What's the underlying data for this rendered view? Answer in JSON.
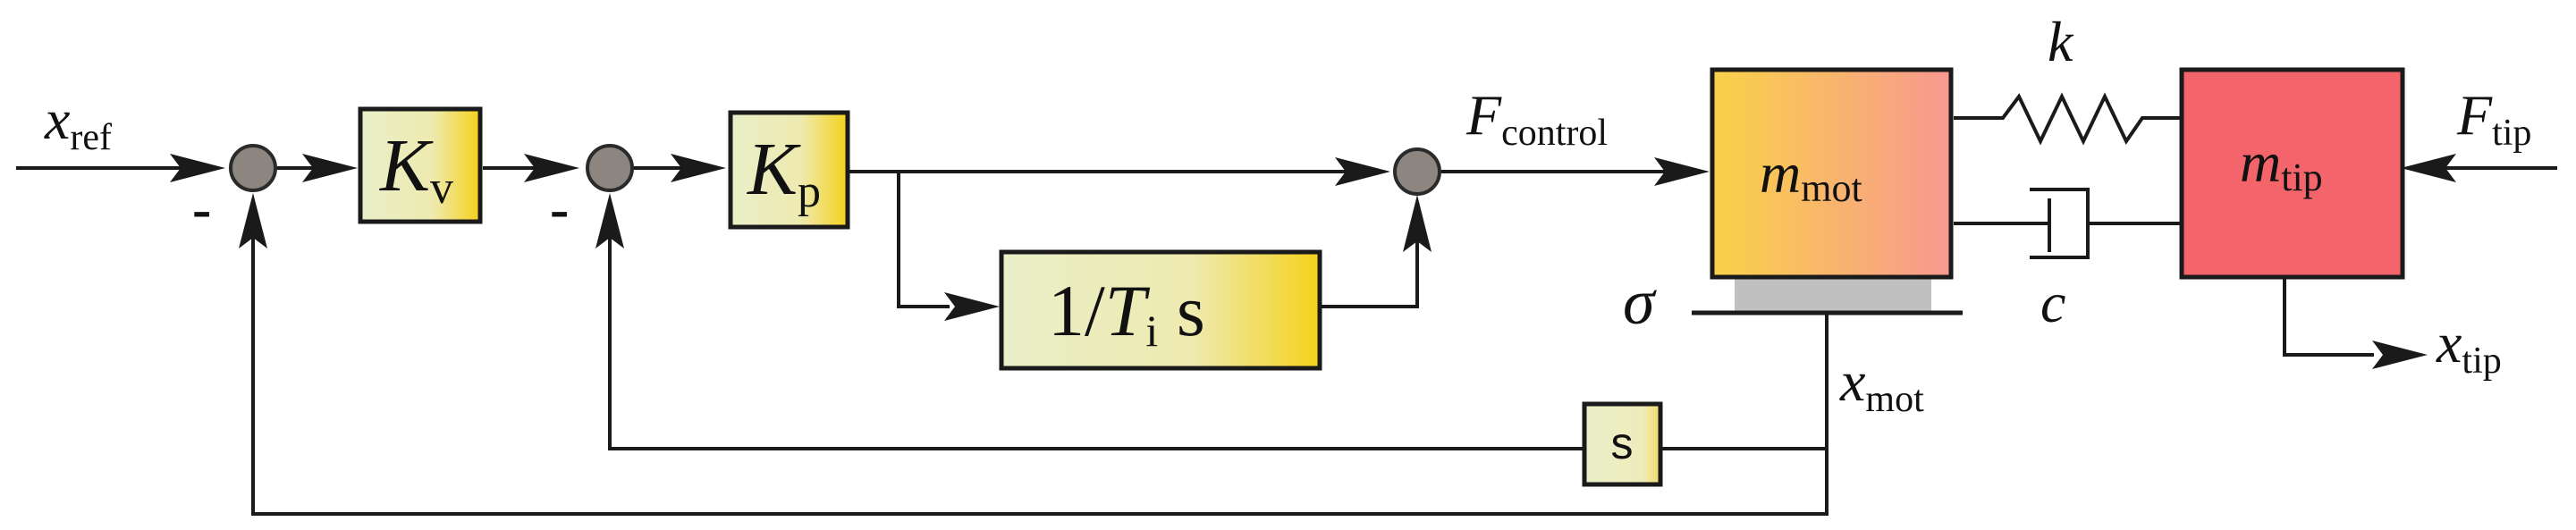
{
  "signals": {
    "x_ref": {
      "main": "x",
      "sub": "ref"
    },
    "F_control": {
      "main": "F",
      "sub": "control"
    },
    "F_tip": {
      "main": "F",
      "sub": "tip"
    },
    "x_mot": {
      "main": "x",
      "sub": "mot"
    },
    "x_tip": {
      "main": "x",
      "sub": "tip"
    },
    "sigma": "σ",
    "k": "k",
    "c": "c"
  },
  "blocks": {
    "Kv": {
      "main": "K",
      "sub": "v"
    },
    "Kp": {
      "main": "K",
      "sub": "p"
    },
    "integrator": {
      "prefix": "1/",
      "main": "T",
      "sub": "i",
      "suffix": " s"
    },
    "derivative": "s",
    "m_mot": {
      "main": "m",
      "sub": "mot"
    },
    "m_tip": {
      "main": "m",
      "sub": "tip"
    }
  },
  "signs": {
    "sum1_minus": "-",
    "sum2_minus": "-"
  },
  "colors": {
    "block_light": "#e9efc8",
    "block_accent": "#f5d11a",
    "m_mot_start": "#f9d248",
    "m_mot_end": "#f89890",
    "m_tip": "#f4656b",
    "sum_fill": "#8c8580",
    "friction_pad": "#c0c0c0"
  }
}
